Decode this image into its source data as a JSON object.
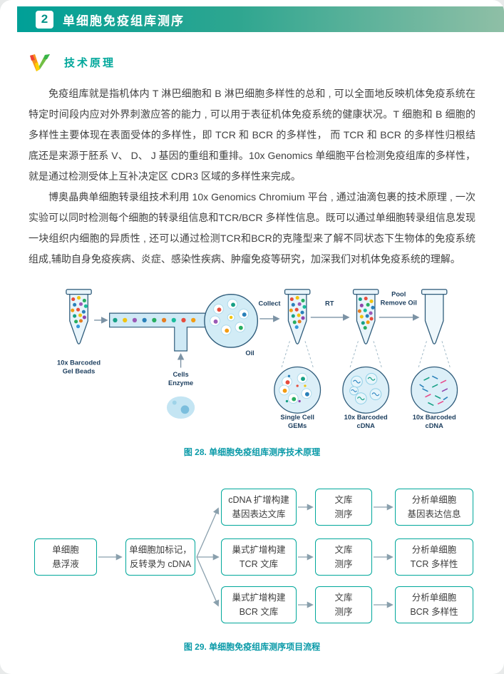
{
  "theme": {
    "accent_teal": "#00a79b",
    "banner_gradient_start": "#00a097",
    "banner_gradient_end": "#8fbfa6",
    "caption_color": "#0a9aa8"
  },
  "header": {
    "number": "2",
    "title": "单细胞免疫组库测序"
  },
  "section": {
    "title": "技术原理",
    "paragraphs": [
      "免疫组库就是指机体内 T 淋巴细胞和 B 淋巴细胞多样性的总和 , 可以全面地反映机体免疫系统在特定时间段内应对外界刺激应答的能力 , 可以用于表征机体免疫系统的健康状况。T 细胞和 B 细胞的多样性主要体现在表面受体的多样性，即 TCR 和 BCR 的多样性， 而 TCR 和 BCR 的多样性归根结底还是来源于胚系 V、 D、 J 基因的重组和重排。10x Genomics 单细胞平台检测免疫组库的多样性，就是通过检测受体上互补决定区 CDR3 区域的多样性来完成。",
      "博奥晶典单细胞转录组技术利用 10x Genomics Chromium 平台 , 通过油滴包裹的技术原理 , 一次实验可以同时检测每个细胞的转录组信息和TCR/BCR 多样性信息。既可以通过单细胞转录组信息发现一块组织内细胞的异质性 , 还可以通过检测TCR和BCR的克隆型来了解不同状态下生物体的免疫系统组成,辅助自身免疫疾病、炎症、感染性疾病、肿瘤免疫等研究，加深我们对机体免疫系统的理解。"
    ]
  },
  "diagram": {
    "labels": {
      "gel_beads_1": "10x Barcoded",
      "gel_beads_2": "Gel Beads",
      "cells_1": "Cells",
      "cells_2": "Enzyme",
      "oil": "Oil",
      "collect": "Collect",
      "rt": "RT",
      "pool_1": "Pool",
      "pool_2": "Remove Oil",
      "gems_1": "Single Cell",
      "gems_2": "GEMs",
      "cdna1_1": "10x Barcoded",
      "cdna1_2": "cDNA",
      "cdna2_1": "10x Barcoded",
      "cdna2_2": "cDNA"
    }
  },
  "figures": {
    "fig28_caption": "图 28. 单细胞免疫组库测序技术原理",
    "fig29_caption": "图 29. 单细胞免疫组库测序项目流程"
  },
  "flowchart": {
    "suspension": {
      "line1": "单细胞",
      "line2": "悬浮液"
    },
    "barcode": {
      "line1": "单细胞加标记，",
      "line2": "反转录为 cDNA"
    },
    "rows": [
      {
        "build": {
          "line1": "cDNA 扩增构建",
          "line2": "基因表达文库"
        },
        "seq": {
          "line1": "文库",
          "line2": "测序"
        },
        "analyze": {
          "line1": "分析单细胞",
          "line2": "基因表达信息"
        }
      },
      {
        "build": {
          "line1": "巢式扩增构建",
          "line2": "TCR 文库"
        },
        "seq": {
          "line1": "文库",
          "line2": "测序"
        },
        "analyze": {
          "line1": "分析单细胞",
          "line2": "TCR 多样性"
        }
      },
      {
        "build": {
          "line1": "巢式扩增构建",
          "line2": "BCR 文库"
        },
        "seq": {
          "line1": "文库",
          "line2": "测序"
        },
        "analyze": {
          "line1": "分析单细胞",
          "line2": "BCR 多样性"
        }
      }
    ]
  }
}
